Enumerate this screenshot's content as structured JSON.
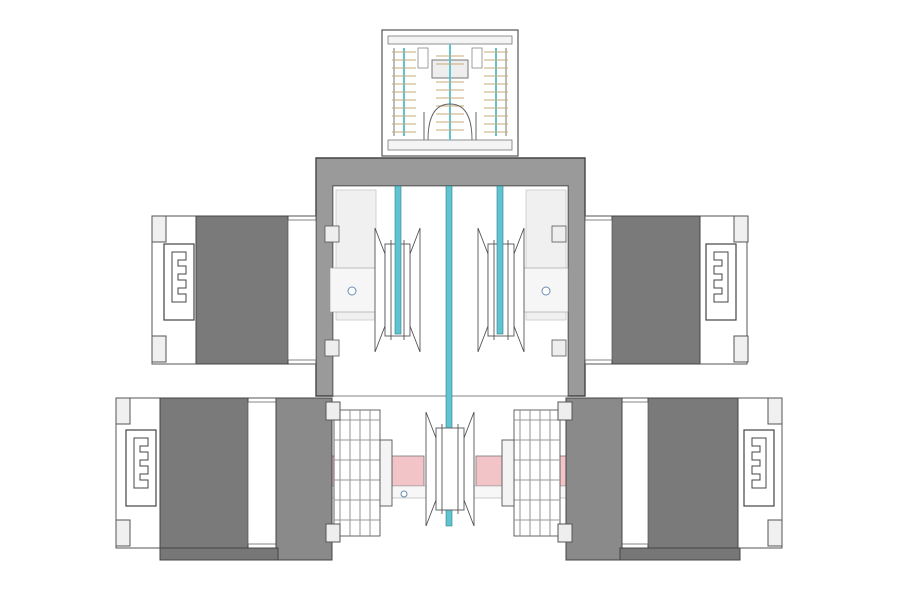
{
  "diagram": {
    "kind": "cad-assembly-top-view",
    "components": [
      {
        "name": "spring-mechanism-top",
        "count": 1
      },
      {
        "name": "stepper-motor",
        "count": 4
      },
      {
        "name": "pulley",
        "count": 3
      },
      {
        "name": "cable",
        "count": 3
      },
      {
        "name": "spur-gear",
        "count": 2
      },
      {
        "name": "shaft",
        "count": 1
      },
      {
        "name": "frame",
        "count": 1
      }
    ],
    "colors": {
      "frame": "#9a9a9a",
      "motor_body": "#7a7a7a",
      "motor_face": "#ffffff",
      "outline": "#555555",
      "cable": "#5fc4d0",
      "shaft": "#f2c4c8",
      "spring": "#c8a878"
    }
  }
}
